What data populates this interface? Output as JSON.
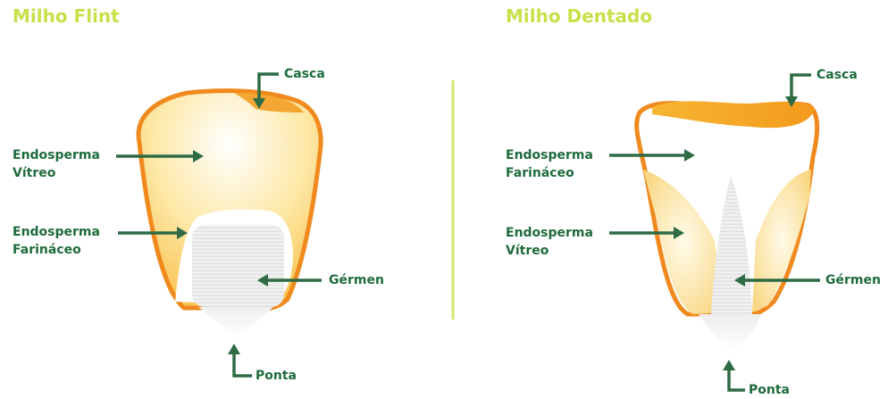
{
  "colors": {
    "title": "#c9e04a",
    "label": "#1f6b3d",
    "arrow": "#2e6b45",
    "divider": "#d6e56b",
    "hull": "#f08a1e",
    "hull_light": "#fbc65a",
    "endosperm_vitreous": "#fde7a3",
    "endosperm_floury": "#ffffff",
    "germ": "#e6e6e6"
  },
  "flint": {
    "title": "Milho Flint",
    "labels": {
      "casca": "Casca",
      "vitreo_1": "Endosperma",
      "vitreo_2": "Vítreo",
      "farinaceo_1": "Endosperma",
      "farinaceo_2": "Farináceo",
      "germen": "Gérmen",
      "ponta": "Ponta"
    }
  },
  "dent": {
    "title": "Milho Dentado",
    "labels": {
      "casca": "Casca",
      "farinaceo_1": "Endosperma",
      "farinaceo_2": "Farináceo",
      "vitreo_1": "Endosperma",
      "vitreo_2": "Vítreo",
      "germen": "Gérmen",
      "ponta": "Ponta"
    }
  }
}
